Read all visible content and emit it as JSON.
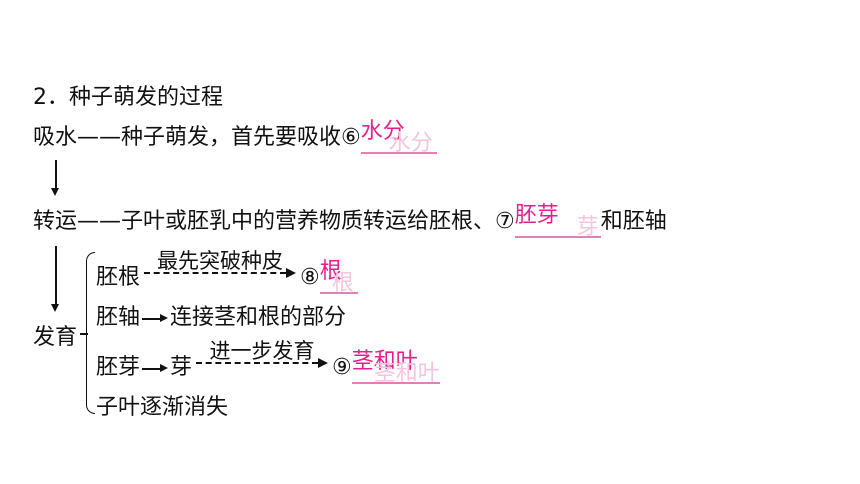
{
  "heading": "2．种子萌发的过程",
  "row_absorb": {
    "label": "吸水——种子萌发，首先要吸收⑥",
    "answer": "水分",
    "ghost": "水分"
  },
  "row_transport": {
    "label": "转运——子叶或胚乳中的营养物质转运给胚根、⑦",
    "answer": "胚芽",
    "ghost": "芽",
    "tail": "和胚轴"
  },
  "develop": {
    "label": "发育",
    "radicle": {
      "start": "胚根",
      "arrow_label": "最先突破种皮",
      "num": "⑧",
      "answer": "根",
      "ghost": "根"
    },
    "hypocotyl": {
      "start": "胚轴",
      "end": "连接茎和根的部分"
    },
    "plumule": {
      "start": "胚芽",
      "mid": "芽",
      "arrow_label": "进一步发育",
      "num": "⑨",
      "answer": "茎和叶",
      "ghost": "茎和叶"
    },
    "cotyledon": "子叶逐渐消失"
  },
  "colors": {
    "answer": "#e51e8d",
    "underline": "#e27fb7",
    "ghost": "#f3c6dd",
    "text": "#111111"
  }
}
